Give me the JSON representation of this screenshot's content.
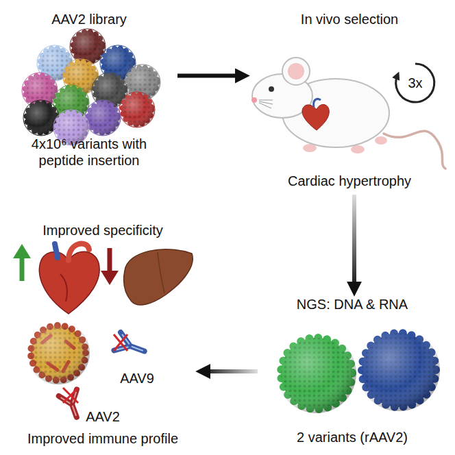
{
  "diagram": {
    "nodes": [
      {
        "text": [
          "AAV2 library",
          "4x10⁶ variants with peptide insertion"
        ]
      },
      {
        "text": [
          "In vivo selection",
          "3x",
          "Cardiac hypertrophy"
        ]
      },
      {
        "text": [
          "NGS: DNA & RNA",
          "2 variants (rAAV2)"
        ]
      },
      {
        "text": [
          "Improved specificity",
          "AAV9",
          "AAV2",
          "Improved immune profile"
        ]
      }
    ],
    "edges": [
      {
        "from": 0,
        "to": 1,
        "arrow": "to"
      },
      {
        "from": 1,
        "to": 2,
        "arrow": "to"
      },
      {
        "from": 2,
        "to": 3,
        "arrow": "to"
      }
    ]
  }
}
